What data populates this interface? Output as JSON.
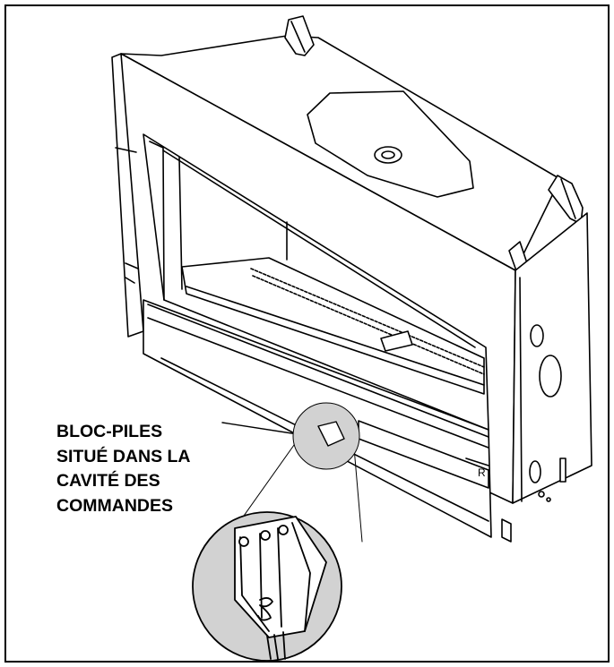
{
  "callout": {
    "lines": [
      "BLOC-PILES",
      "SITUÉ DANS LA",
      "CAVITÉ DES",
      "COMMANDES"
    ]
  },
  "colors": {
    "line": "#000000",
    "magnifier_fill": "#d2d2d2",
    "background": "#ffffff"
  },
  "side_letter": "R"
}
